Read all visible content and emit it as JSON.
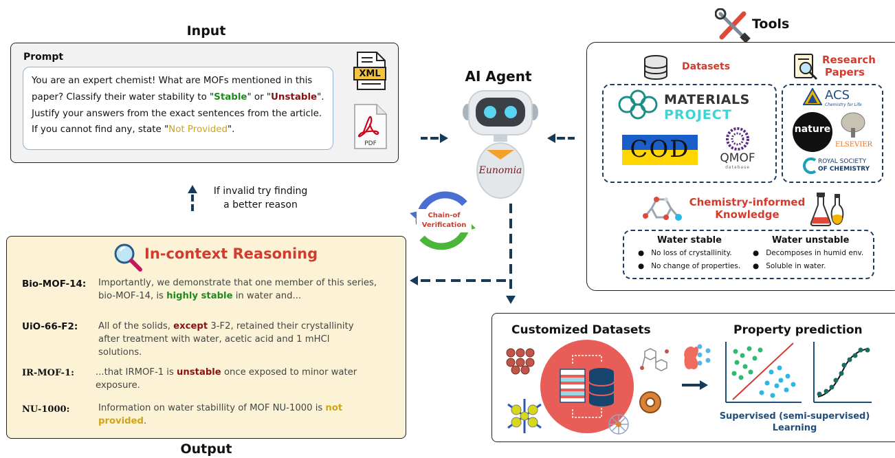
{
  "input": {
    "title": "Input",
    "prompt_label": "Prompt",
    "prompt_parts": {
      "p1": "You are an expert chemist! What are MOFs mentioned in this paper? Classify their water stability to \"",
      "stable": "Stable",
      "p2": "\" or \"",
      "unstable": "Unstable",
      "p3": "\". Justify your answers from the exact sentences from the article. If you cannot find any, state \"",
      "not_provided": "Not Provided",
      "p4": "\"."
    },
    "xml_label": "XML",
    "pdf_label": "PDF"
  },
  "feedback": {
    "line1": "If invalid try finding",
    "line2": "a better reason"
  },
  "agent": {
    "title": "AI Agent",
    "name": "Eunomia",
    "cov_line1": "Chain-of",
    "cov_line2": "Verification"
  },
  "tools": {
    "title": "Tools",
    "datasets_label": "Datasets",
    "papers_label_1": "Research",
    "papers_label_2": "Papers",
    "materials_1": "MATERIALS",
    "materials_2": "PROJECT",
    "cod": "COD",
    "qmof": "QMOF",
    "qmof_sub": "database",
    "acs": "ACS",
    "acs_sub": "Chemistry for Life",
    "nature": "nature",
    "elsevier": "ELSEVIER",
    "rsc_1": "ROYAL SOCIETY",
    "rsc_2": "OF CHEMISTRY",
    "knowledge_1": "Chemistry-informed",
    "knowledge_2": "Knowledge",
    "stable_title": "Water stable",
    "stable_items": [
      "No loss of crystallinity.",
      "No change of properties."
    ],
    "unstable_title": "Water unstable",
    "unstable_items": [
      "Decomposes in humid env.",
      "Soluble in water."
    ]
  },
  "output": {
    "title": "Output",
    "reasoning_title": "In-context Reasoning",
    "items": [
      {
        "name": "Bio-MOF-14:",
        "pre": "Importantly, we demonstrate that one member of this series, bio-MOF-14, is ",
        "hl": "highly stable",
        "post": " in water and..."
      },
      {
        "name": "UiO-66-F2:",
        "pre": "All of the solids, ",
        "hl": "except",
        "post": " 3-F2, retained their crystallinity after treatment with water, acetic acid and 1 mHCl solutions."
      },
      {
        "name": "IR-MOF-1:",
        "pre": "...that IRMOF-1 is ",
        "hl": "unstable",
        "post": " once exposed to minor water exposure."
      },
      {
        "name": "NU-1000:",
        "pre": "Information on water stabillity of MOF NU-1000 is ",
        "hl": "not provided",
        "post": "."
      }
    ]
  },
  "results": {
    "datasets_title": "Customized Datasets",
    "prediction_title": "Property prediction",
    "learning_1": "Supervised (semi-supervised)",
    "learning_2": "Learning"
  },
  "colors": {
    "navy": "#163a5a",
    "red_title": "#d23b2d",
    "stable_green": "#1e8b1e",
    "unstable_red": "#8b1111",
    "not_provided_gold": "#cfa41a",
    "teal": "#1c6b63",
    "cyan": "#2ab8e6"
  }
}
